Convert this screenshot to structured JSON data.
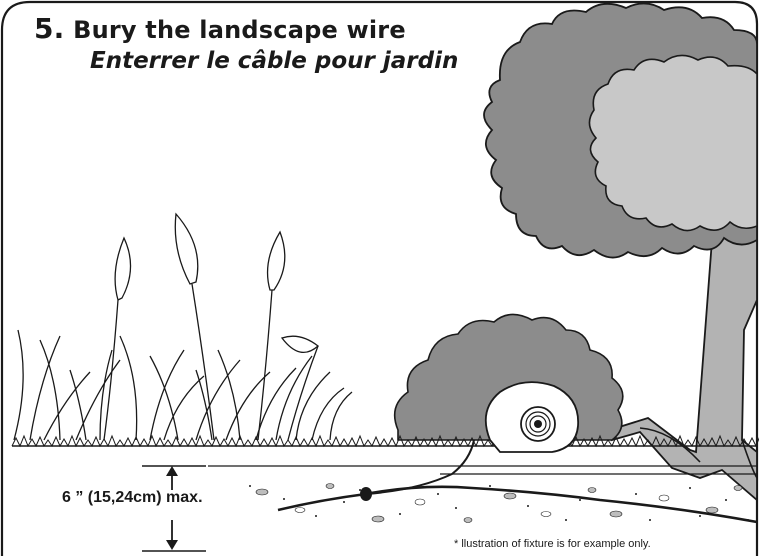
{
  "step": {
    "number": "5.",
    "title": "Bury the landscape wire",
    "subtitle": "Enterrer le câble pour jardin"
  },
  "depth_label": "6 ” (15,24cm) max.",
  "footnote": "* llustration of fixture is for example only.",
  "colors": {
    "line": "#1a1a1a",
    "foliage_dark": "#8c8c8c",
    "foliage_light": "#c8c8c8",
    "trunk": "#b3b3b3",
    "soil_speckle": "#bdbdbd",
    "background": "#ffffff"
  },
  "icons": [
    "tree-icon",
    "grass-plants-icon",
    "shrub-icon",
    "light-fixture-icon",
    "wire-connector-icon",
    "depth-arrow-icon"
  ]
}
